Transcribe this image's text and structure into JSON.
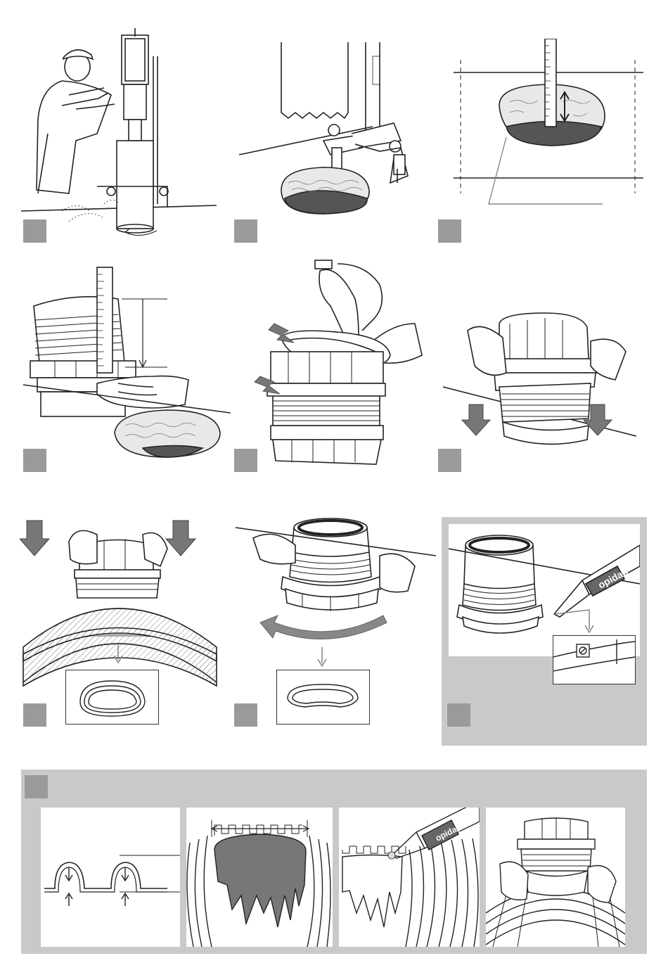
{
  "document": {
    "type": "illustrated-installation-instructions",
    "steps": [
      {
        "id": 1,
        "illustration": "worker-core-drilling-icon"
      },
      {
        "id": 2,
        "illustration": "drill-core-hole-icon"
      },
      {
        "id": 3,
        "illustration": "measure-wall-thickness-icon"
      },
      {
        "id": 4,
        "illustration": "measure-adapter-icon"
      },
      {
        "id": 5,
        "illustration": "apply-lubricant-icon"
      },
      {
        "id": 6,
        "illustration": "press-seal-icon"
      },
      {
        "id": 7,
        "illustration": "insert-adapter-icon"
      },
      {
        "id": 8,
        "illustration": "rotate-adapter-icon"
      },
      {
        "id": 9,
        "illustration": "apply-sealant-icon"
      },
      {
        "id": 10,
        "illustration": "corrugated-pipe-sequence-icon"
      }
    ],
    "brand_text": "opidap",
    "colors": {
      "badge": "#9a9a9a",
      "panel_grey": "#c9c9c9",
      "line": "#222222",
      "fill_dark": "#555555",
      "arrow_grey": "#888888"
    }
  }
}
